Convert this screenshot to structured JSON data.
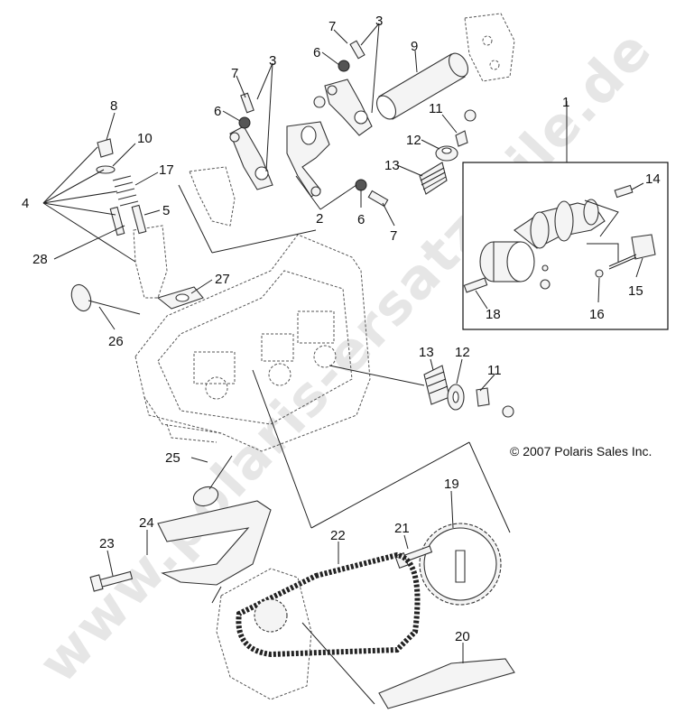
{
  "watermark": "www.polaris-ersatzteile.de",
  "copyright": "© 2007 Polaris Sales Inc.",
  "callouts": [
    "1",
    "2",
    "3",
    "3",
    "4",
    "5",
    "6",
    "6",
    "6",
    "7",
    "7",
    "7",
    "8",
    "9",
    "10",
    "11",
    "11",
    "12",
    "12",
    "13",
    "13",
    "14",
    "15",
    "16",
    "17",
    "18",
    "19",
    "20",
    "21",
    "22",
    "23",
    "24",
    "25",
    "26",
    "27",
    "28"
  ],
  "icons": [
    "cylinder-head-part",
    "camshaft-part",
    "rocker-arm-part",
    "cam-chain-part",
    "cam-sprocket-part",
    "chain-guide-part",
    "tensioner-blade-part",
    "valve-spring-part",
    "valve-part",
    "rocker-shaft-part"
  ]
}
